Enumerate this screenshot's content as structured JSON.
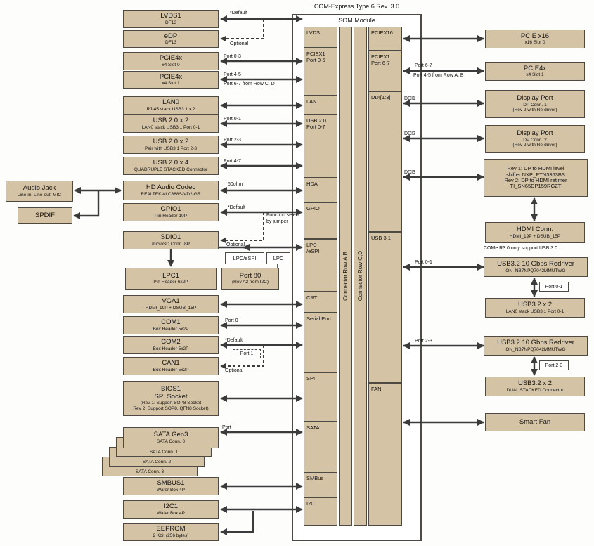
{
  "title": "COM-Express Type 6 Rev. 3.0",
  "colors": {
    "box_fill": "#d5c3a5",
    "wire": "#3b3b3b"
  },
  "module": {
    "name": "SOM Module",
    "row_ab": "Connector Row A,B",
    "row_cd": "Connector Row C,D",
    "ports_left": {
      "lvds": "LVDS",
      "pciex1_1": "PCIEX1",
      "pciex1_2": "Port 0-5",
      "lan": "LAN",
      "usb20_1": "USB 2.0",
      "usb20_2": "Port 0-7",
      "hda": "HDA",
      "gpio": "GPIO",
      "lpc_1": "LPC",
      "lpc_2": "/eSPI",
      "crt": "CRT",
      "serial": "Serial Port",
      "spi": "SPI",
      "sata": "SATA",
      "smbus": "SMBus",
      "i2c": "I2C"
    },
    "ports_right": {
      "pciex16": "PCIEX16",
      "pciex1_1": "PCIEX1",
      "pciex1_2": "Port 6-7",
      "ddi": "DDI[1:3]",
      "usb31": "USB 3.1",
      "fan": "FAN"
    }
  },
  "left_boxes": {
    "audio_jack": {
      "t": "Audio Jack",
      "s": "Line-in, Line-out, MIC"
    },
    "spdif": {
      "t": "SPDIF"
    },
    "lvds1": {
      "t": "LVDS1",
      "s": "DF13"
    },
    "edp": {
      "t": "eDP",
      "s": "DF13"
    },
    "pcie4x_0": {
      "t": "PCIE4x",
      "s": "x4 Slot 0"
    },
    "pcie4x_1": {
      "t": "PCIE4x",
      "s": "x4 Slot 1"
    },
    "lan0": {
      "t": "LAN0",
      "s": "RJ-45 stack USB3.1 x 2"
    },
    "usb20_a": {
      "t": "USB 2.0 x 2",
      "s": "LAN0 stack USB3.1 Port 0-1"
    },
    "usb20_b": {
      "t": "USB 2.0 x 2",
      "s": "Pair with USB3.1 Port 2-3"
    },
    "usb20_c": {
      "t": "USB 2.0 x 4",
      "s": "QUADRUPLE STACKED Connector"
    },
    "hd_audio": {
      "t": "HD Audio Codec",
      "s": "REALTEK ALC888S-VD2-GR"
    },
    "gpio1": {
      "t": "GPIO1",
      "s": "Pin Header 10P"
    },
    "sdio1": {
      "t": "SDIO1",
      "s": "microSD Conn. 8P"
    },
    "lpc1": {
      "t": "LPC1",
      "s": "Pin Header 6x2P"
    },
    "port80": {
      "t": "Port 80",
      "s": "(Rev A2 from I2C)"
    },
    "lpc_espi_tag": "LPC/eSPI",
    "lpc_tag": "LPC",
    "vga1": {
      "t": "VGA1",
      "s": "HDMI_19P + DSUB_15P"
    },
    "com1": {
      "t": "COM1",
      "s": "Box Header 5x2P"
    },
    "com2": {
      "t": "COM2",
      "s": "Box Header 5x2P"
    },
    "can1": {
      "t": "CAN1",
      "s": "Box Header 5x2P"
    },
    "bios1": {
      "t": "BIOS1",
      "s1": "SPI Socket",
      "s2": "(Rev 1: Support SOP8 Socket",
      "s3": "Rev 2: Support SOP8, QFN8 Socket)"
    },
    "sata": {
      "t": "SATA Gen3",
      "s": "SATA Conn. 0"
    },
    "sata1": "SATA Conn. 1",
    "sata2": "SATA Conn. 2",
    "sata3": "SATA Conn. 3",
    "smbus1": {
      "t": "SMBUS1",
      "s": "Wafer Box 4P"
    },
    "i2c1": {
      "t": "I2C1",
      "s": "Wafer Box 4P"
    },
    "eeprom": {
      "t": "EEPROM",
      "s": "2 Kbit (256 bytes)"
    }
  },
  "right_boxes": {
    "pcie_x16": {
      "t": "PCIE x16",
      "s": "x16 Slot 0"
    },
    "pcie4x": {
      "t": "PCIE4x",
      "s": "x4 Slot 1"
    },
    "dp1": {
      "t": "Display Port",
      "s1": "DP Conn. 1",
      "s2": "(Rev 2 with Re-driver)"
    },
    "dp2": {
      "t": "Display Port",
      "s1": "DP Conn. 2",
      "s2": "(Rev 2 with Re-driver)"
    },
    "hdmi_shifter": {
      "l1": "Rev 1: DP to HDMI level",
      "l2": "shifter NXP_PTN3363BS",
      "l3": "Rev 2: DP to HDMI retimer",
      "l4": "TI_SN65DP159RGZT"
    },
    "hdmi_conn": {
      "t": "HDMI Conn.",
      "s": "HDMI_19P + DSUB_15P"
    },
    "usb_note": "COMe R3.0 only support USB 3.0.",
    "redriver1": {
      "t": "USB3.2 10 Gbps Redriver",
      "s": "ON_NB7NPQ7042MMUTWG"
    },
    "usb32_a": {
      "t": "USB3.2 x 2",
      "s": "LAN0 stack USB3.1 Port 0-1"
    },
    "redriver2": {
      "t": "USB3.2 10 Gbps Redriver",
      "s": "ON_NB7NPQ7042MMUTWG"
    },
    "usb32_b": {
      "t": "USB3.2 x 2",
      "s": "DUAL STACKED Connector"
    },
    "smart_fan": {
      "t": "Smart Fan"
    }
  },
  "labels": {
    "lvds_default": "*Default",
    "edp_optional": "Optional",
    "port_0_3": "Port 0-3",
    "port_4_5": "Port 4-5",
    "port_6_7_from_cd": "Port 6-7 from Row C, D",
    "usb_port_0_1": "Port 0-1",
    "usb_port_2_3": "Port 2-3",
    "usb_port_4_7": "Port 4-7",
    "ohm50": "50ohm",
    "gpio_default": "*Default",
    "func_select_1": "Function select",
    "func_select_2": "by jumper",
    "sdio_optional": "Optional",
    "com1_port0": "Port 0",
    "com2_default": "*Default",
    "can_port1": "Port 1",
    "can_optional": "Optional",
    "sata_port": "Port",
    "pcie_port_6_7": "Port 6-7",
    "port_4_5_from_ab": "Port 4-5 from Row A, B",
    "ddi1": "DDI1",
    "ddi2": "DDI2",
    "ddi3": "DDI3",
    "usb31_port_0_1": "Port 0-1",
    "redrv1_port_0_1": "Port 0-1",
    "usb31_port_2_3": "Port 2-3",
    "redrv2_port_2_3": "Port 2-3"
  }
}
